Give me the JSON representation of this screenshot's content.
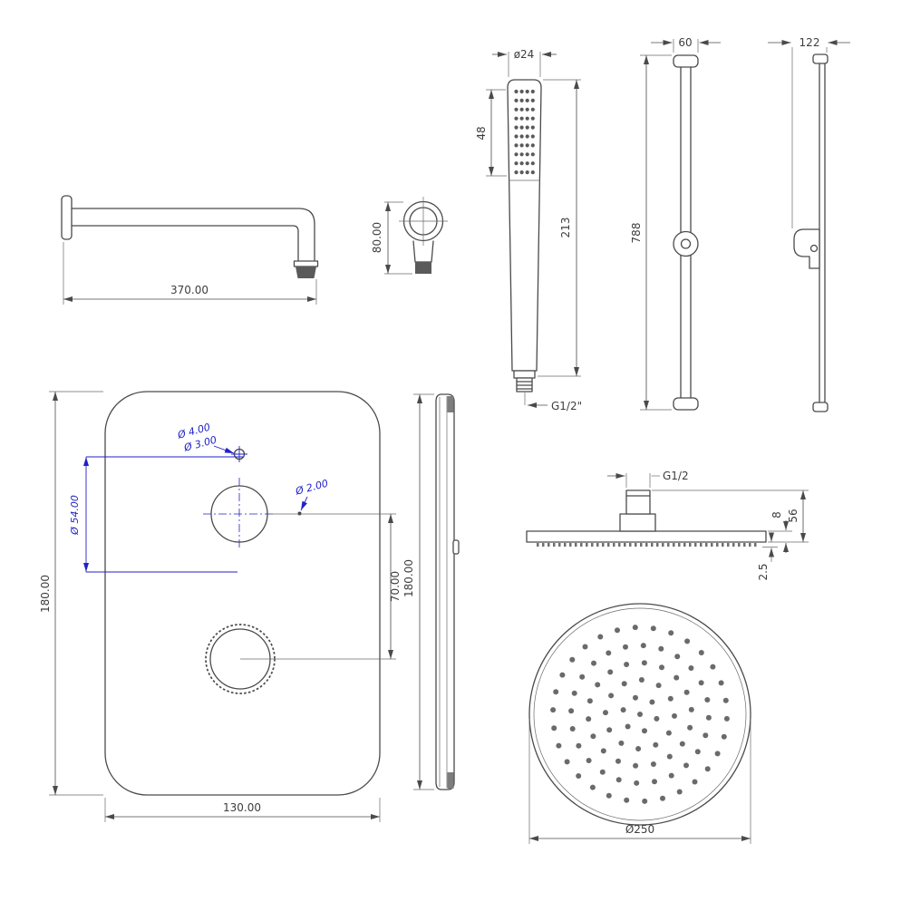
{
  "sheet": {
    "background": "#ffffff",
    "line_color": "#4a4a4a",
    "detail_dim_color": "#2121c8"
  },
  "shower_arm": {
    "length": "370.00",
    "outlet_height": "80.00"
  },
  "hand_shower": {
    "diameter": "ø24",
    "face_length": "48",
    "total_length": "213",
    "thread": "G1/2\""
  },
  "slide_rail": {
    "front_width": "60",
    "length": "788",
    "side_depth": "122"
  },
  "control_plate": {
    "hole_dia_outer": "Ø 4.00",
    "hole_dia_inner": "Ø 3.00",
    "pin_dia": "Ø 2.00",
    "valve_dia": "Ø 54.00",
    "height": "180.00",
    "knob_spacing": "70.00",
    "width": "130.00",
    "side_height": "180.00"
  },
  "head_shower": {
    "thread": "G1/2",
    "body_height": "8",
    "total_height": "56",
    "nozzle_height": "2.5",
    "diameter": "Ø250"
  }
}
